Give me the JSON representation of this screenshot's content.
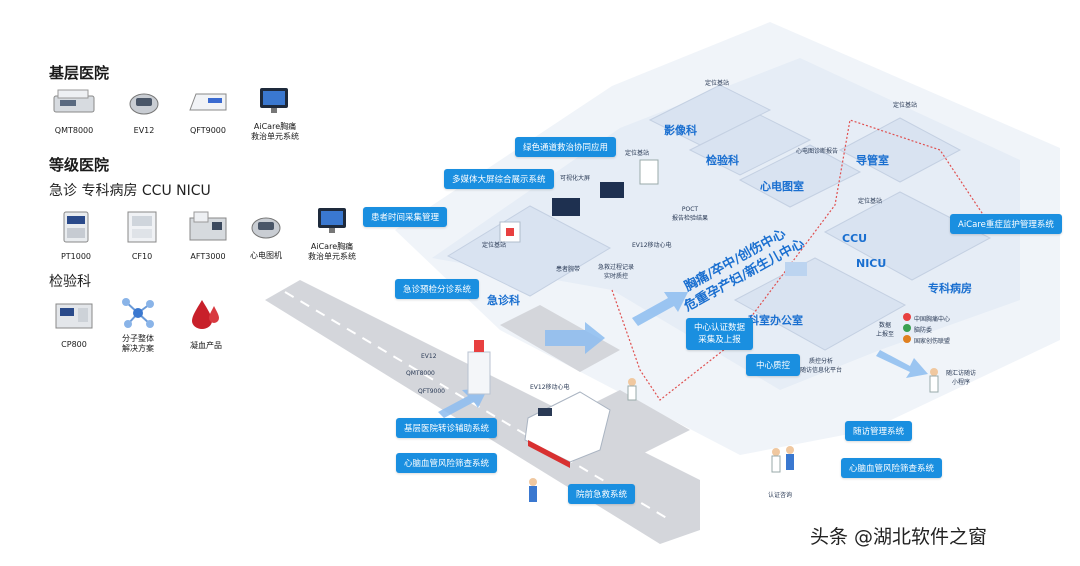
{
  "legend": {
    "primary_title": "基层医院",
    "primary_devices": [
      {
        "label": "QMT8000",
        "icon": "analyzer-icon"
      },
      {
        "label": "EV12",
        "icon": "ecg-device-icon"
      },
      {
        "label": "QFT9000",
        "icon": "printer-analyzer-icon"
      },
      {
        "label": "AiCare胸痛\n救治单元系统",
        "icon": "monitor-icon"
      }
    ],
    "grade_title": "等级医院",
    "grade_subtitle": "急诊 专科病房 CCU NICU",
    "grade_devices": [
      {
        "label": "PT1000",
        "icon": "analyzer-icon"
      },
      {
        "label": "CF10",
        "icon": "cabinet-icon"
      },
      {
        "label": "AFT3000",
        "icon": "analyzer-icon"
      },
      {
        "label": "心电图机",
        "icon": "ecg-device-icon"
      },
      {
        "label": "AiCare胸痛\n救治单元系统",
        "icon": "monitor-icon"
      }
    ],
    "lab_title": "检验科",
    "lab_devices": [
      {
        "label": "CP800",
        "icon": "analyzer-icon"
      },
      {
        "label": "分子整体\n解决方案",
        "icon": "molecule-icon"
      },
      {
        "label": "凝血产品",
        "icon": "blood-drop-icon"
      }
    ]
  },
  "tags": {
    "green_channel": "绿色通道救治协同应用",
    "multimedia": "多媒体大屏综合展示系统",
    "patient_time": "患者时间采集管理",
    "triage": "急诊预检分诊系统",
    "icu_mgmt": "AiCare重症监护管理系统",
    "center_auth": "中心认证数据\n采集及上报",
    "center_qc": "中心质控",
    "referral": "基层医院转诊辅助系统",
    "cvd_screen_left": "心脑血管风险筛查系统",
    "prehospital": "院前急救系统",
    "followup": "随访管理系统",
    "cvd_screen_right": "心脑血管风险筛查系统"
  },
  "zones": {
    "imaging": "影像科",
    "lab": "检验科",
    "ecg_room": "心电图室",
    "cath_lab": "导管室",
    "emergency": "急诊科",
    "ccu": "CCU",
    "nicu": "NICU",
    "specialty": "专科病房",
    "center_office": "科室办公室"
  },
  "diagonal": {
    "line1": "胸痛/卒中/创伤中心",
    "line2": "危重孕产妇/新生儿中心"
  },
  "mini": {
    "visual_screen": "可视化大屏",
    "poct": "POCT\n报告检验结果",
    "ecg_report": "心电图诊断报告",
    "patient_band": "患者腕带",
    "ev12_ecg": "EV12移动心电",
    "treatment_record": "急救过程记录\n实时质控",
    "positioning_a": "定位基站",
    "positioning_b": "定位基站",
    "positioning_c": "定位基站",
    "positioning_d": "定位基站",
    "positioning_e": "定位基站",
    "data_report": "数据\n上报至",
    "chest_center": "中国胸痛中心",
    "stroke_center": "脑防委",
    "trauma_alliance": "国家创伤联盟",
    "qc_platform": "质控分析\n随访信息化平台",
    "mini_program": "随汇访随访\n小程序",
    "auth_consult": "认证咨询",
    "ambulance_ev12": "EV12移动心电",
    "clinic_ev12": "EV12",
    "clinic_qmt": "QMT8000",
    "clinic_qft": "QFT9000"
  },
  "watermark": "头条 @湖北软件之窗",
  "colors": {
    "accent": "#1a8fe0",
    "platform": "#e8eff8",
    "road": "#d4d6db",
    "route": "#e05050"
  }
}
